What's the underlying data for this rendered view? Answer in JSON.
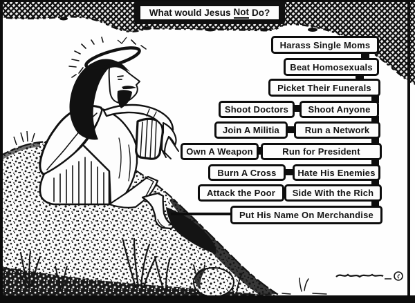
{
  "cartoon": {
    "title": {
      "prefix": "What would Jesus",
      "emphasis": "Not",
      "suffix": "Do?"
    },
    "labels": {
      "harass": "Harass Single Moms",
      "beat": "Beat Homosexuals",
      "picket": "Picket Their Funerals",
      "shoot_doctors": "Shoot Doctors",
      "shoot_anyone": "Shoot Anyone",
      "join_militia": "Join A Militia",
      "run_network": "Run a Network",
      "own_weapon": "Own A Weapon",
      "run_president": "Run for President",
      "burn_cross": "Burn A Cross",
      "hate_enemies": "Hate His Enemies",
      "attack_poor": "Attack the Poor",
      "side_rich": "Side With the Rich",
      "put_name": "Put His Name On Merchandise"
    },
    "copyright_symbol": "©"
  },
  "colors": {
    "ink": "#111111",
    "paper": "#fefefe"
  }
}
